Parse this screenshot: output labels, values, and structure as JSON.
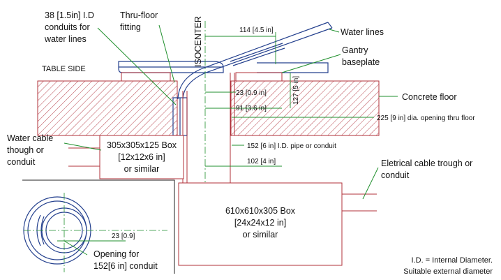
{
  "labels": {
    "conduits": [
      "38 [1.5in] I.D",
      "conduits for",
      "water lines"
    ],
    "thru_floor": [
      "Thru-floor",
      "fitting"
    ],
    "isocenter": "ISOCENTER",
    "dim_114": "114 [4.5 in]",
    "water_lines": "Water lines",
    "gantry": [
      "Gantry",
      "baseplate"
    ],
    "table_side": "TABLE SIDE",
    "dim_23": "23 [0.9 in]",
    "dim_127": "127 [5 in]",
    "concrete_floor": "Concrete floor",
    "dim_91": "91 [3.6 in]",
    "dim_225": "225 [9 in] dia. opening thru floor",
    "water_cable": [
      "Water cable",
      "though or",
      "conduit"
    ],
    "box_small": [
      "305x305x125 Box",
      "[12x12x6 in]",
      "or similar"
    ],
    "dim_152": "152 [6 in] I.D. pipe or conduit",
    "dim_102": "102 [4 in]",
    "electrical": [
      "Eletrical cable trough or",
      "conduit"
    ],
    "box_large": [
      "610x610x305 Box",
      "[24x24x12 in]",
      "or similar"
    ],
    "dim_23b": "23 [0.9]",
    "opening": [
      "Opening for",
      "152[6 in] conduit"
    ],
    "note": [
      "I.D.  = Internal Diameter.",
      "Suitable external diameter"
    ]
  }
}
